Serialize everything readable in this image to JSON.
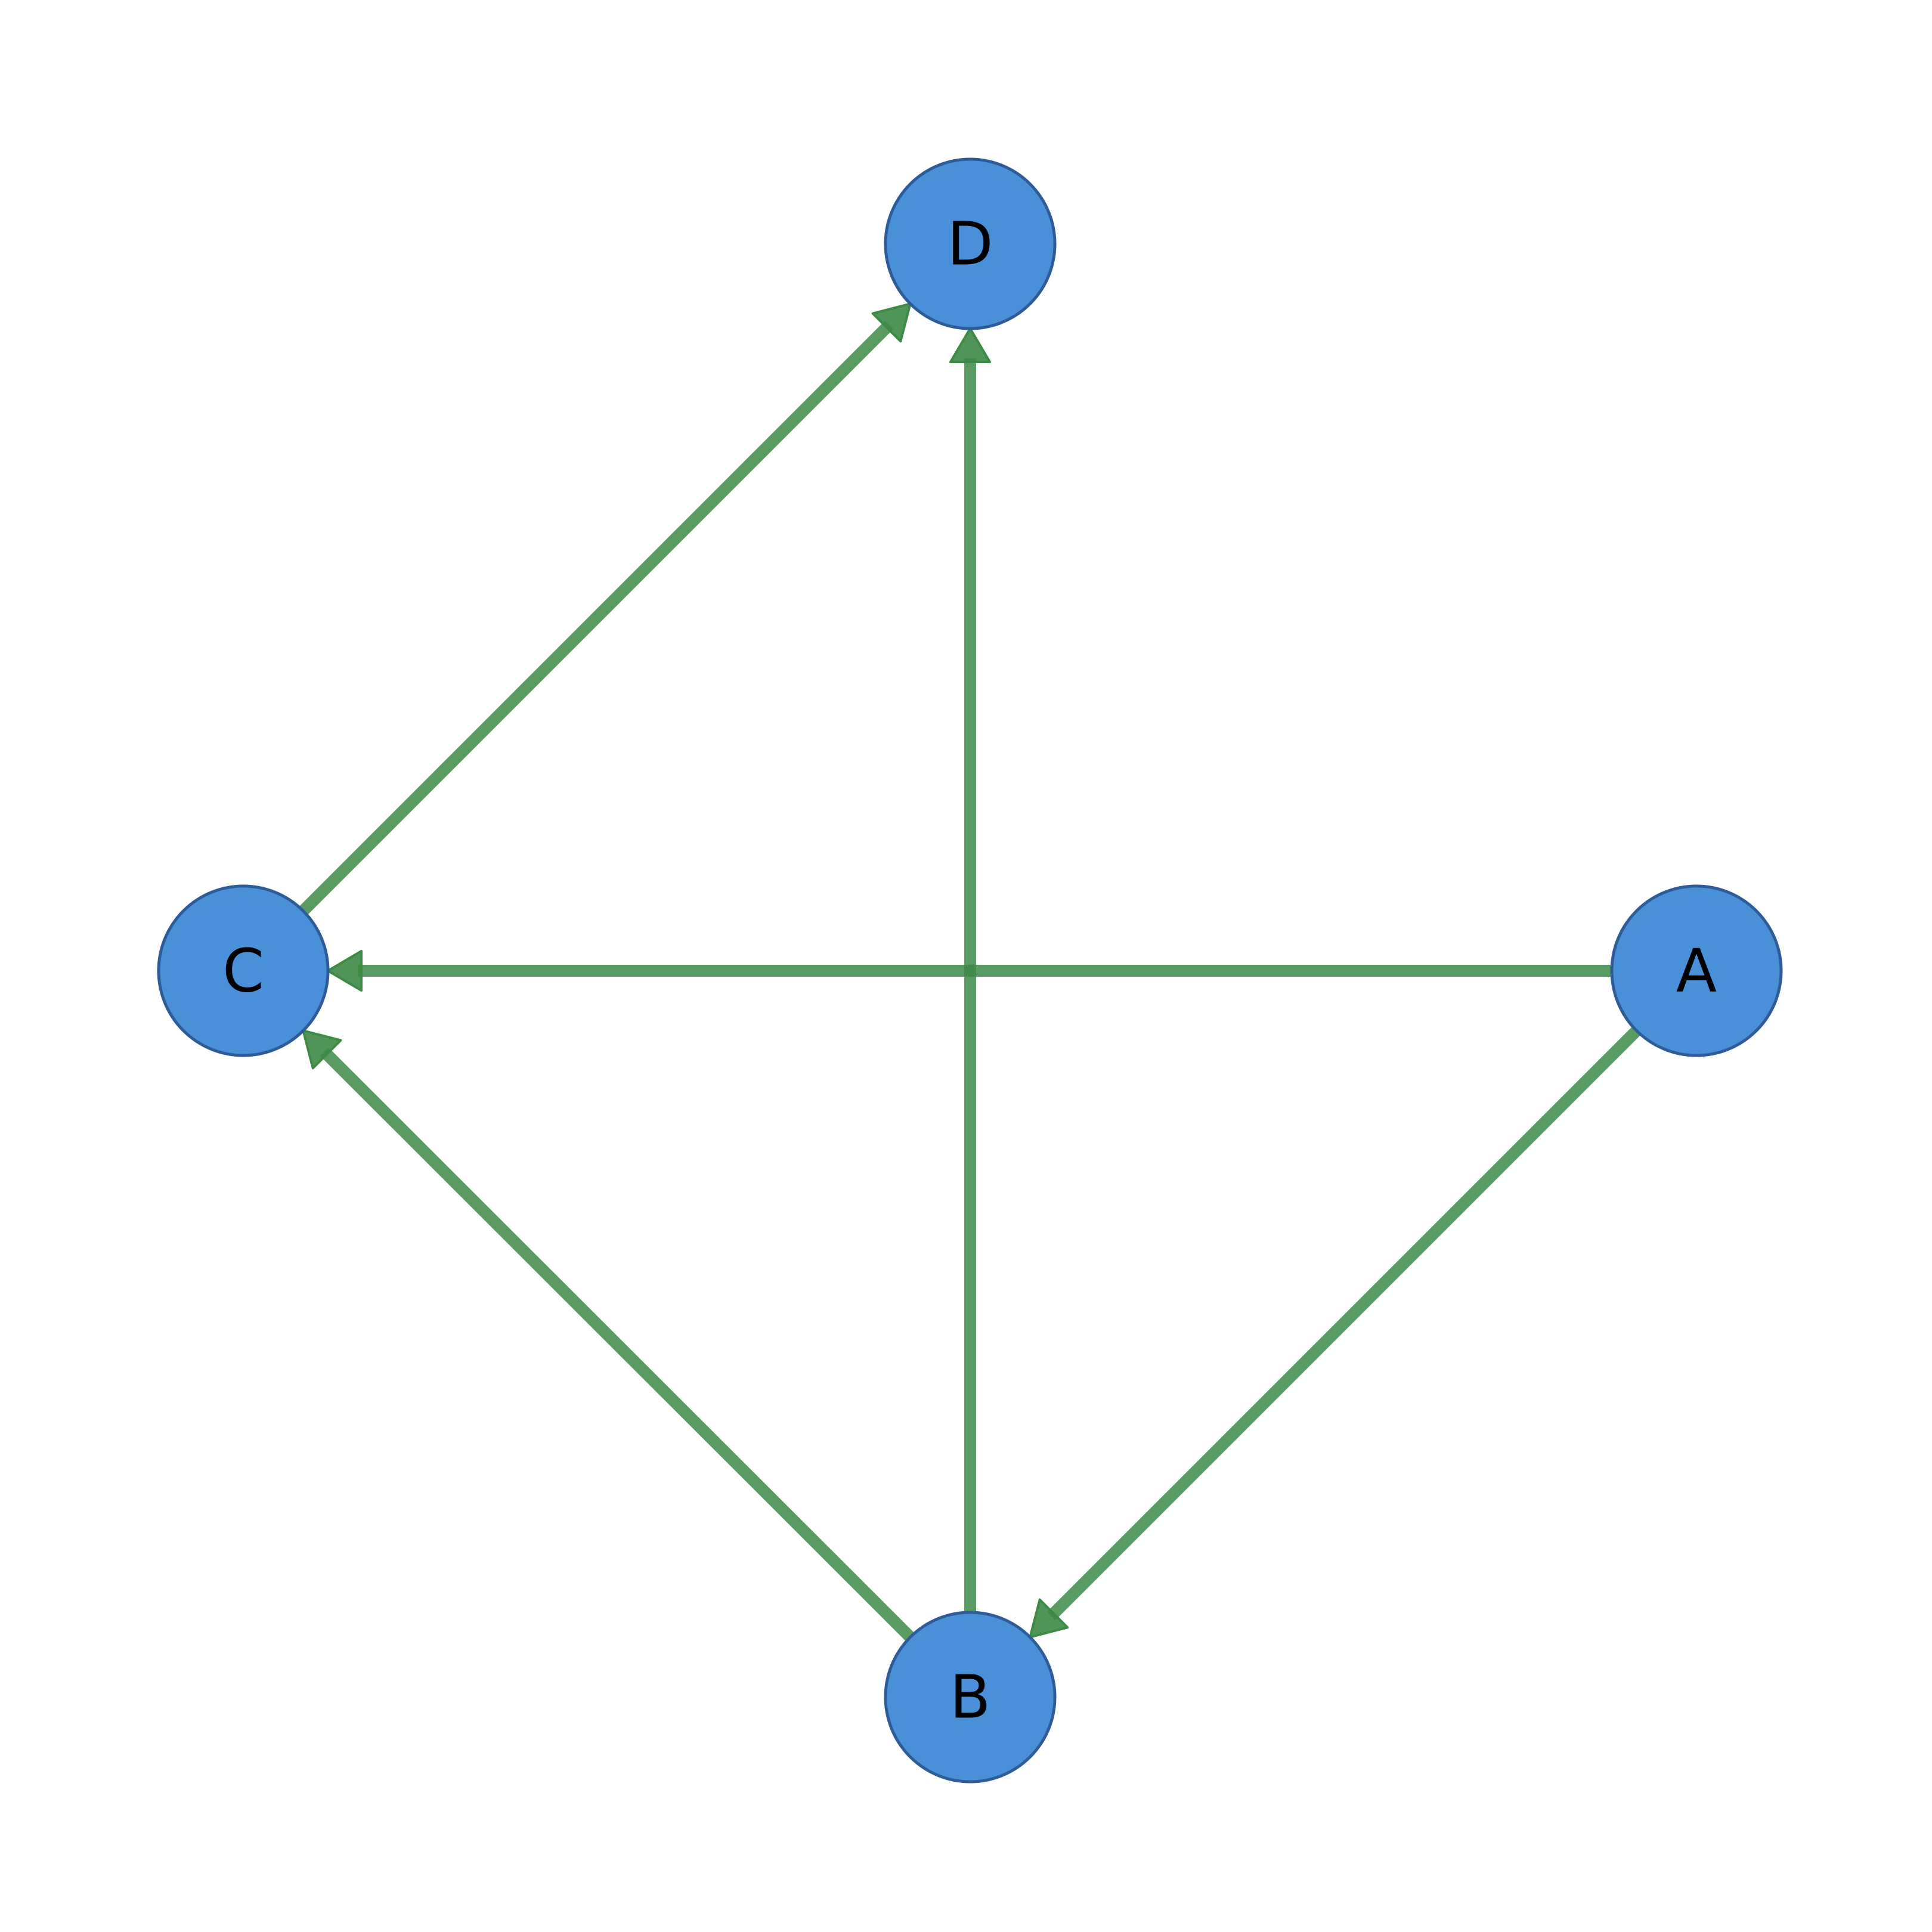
{
  "colors": {
    "background": "#ffffff",
    "node_fill": "#4a90d9",
    "node_stroke": "#2e5c99",
    "edge": "#3d8a45"
  },
  "nodes": [
    {
      "id": "A",
      "label": "A"
    },
    {
      "id": "B",
      "label": "B"
    },
    {
      "id": "C",
      "label": "C"
    },
    {
      "id": "D",
      "label": "D"
    }
  ],
  "edges": [
    {
      "from": "A",
      "to": "C"
    },
    {
      "from": "A",
      "to": "B"
    },
    {
      "from": "B",
      "to": "C"
    },
    {
      "from": "B",
      "to": "D"
    },
    {
      "from": "C",
      "to": "D"
    }
  ]
}
